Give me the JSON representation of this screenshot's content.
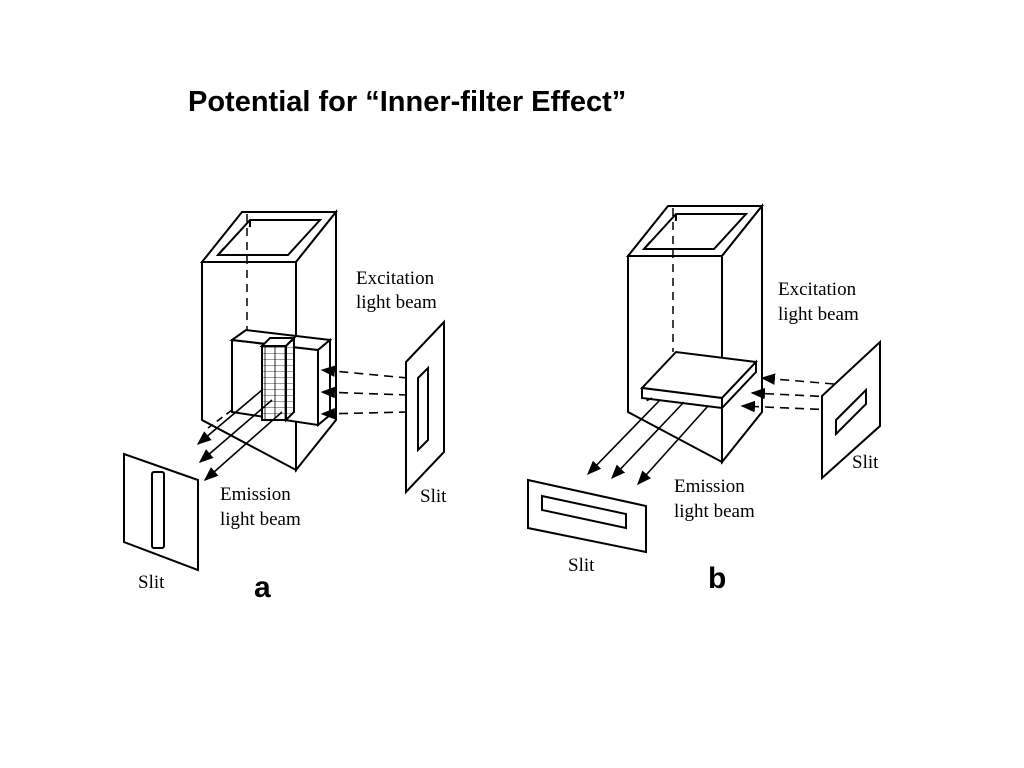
{
  "title": "Potential for “Inner-filter Effect”",
  "panel_a": {
    "excitation_line1": "Excitation",
    "excitation_line2": "light beam",
    "emission_line1": "Emission",
    "emission_line2": "light beam",
    "slit_right": "Slit",
    "slit_left": "Slit",
    "panel_label": "a"
  },
  "panel_b": {
    "excitation_line1": "Excitation",
    "excitation_line2": "light beam",
    "emission_line1": "Emission",
    "emission_line2": "light beam",
    "slit_right": "Slit",
    "slit_bottom": "Slit",
    "panel_label": "b"
  }
}
